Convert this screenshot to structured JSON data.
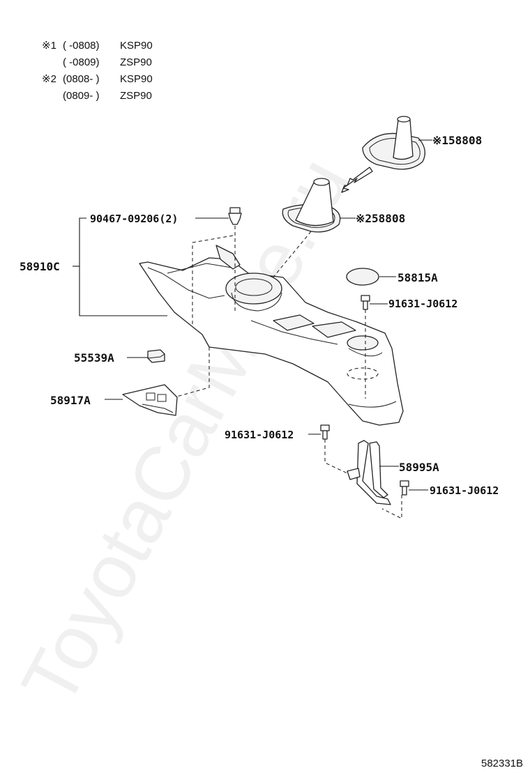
{
  "notes": [
    {
      "marker": "※1",
      "range": "(    -0808)",
      "model": "KSP90"
    },
    {
      "marker": "",
      "range": "(    -0809)",
      "model": "ZSP90"
    },
    {
      "marker": "※2",
      "range": "(0808-    )",
      "model": "KSP90"
    },
    {
      "marker": "",
      "range": "(0809-    )",
      "model": "ZSP90"
    }
  ],
  "parts": {
    "boot_1": "※158808",
    "boot_2": "※258808",
    "clip": "90467-09206(2)",
    "console": "58910C",
    "cap": "58815A",
    "bolt_upper": "91631-J0612",
    "switch": "55539A",
    "panel": "58917A",
    "bolt_left": "91631-J0612",
    "bracket": "58995A",
    "bolt_right": "91631-J0612"
  },
  "watermark": "ToyotaCarMine.ru",
  "figure_code": "582331B"
}
